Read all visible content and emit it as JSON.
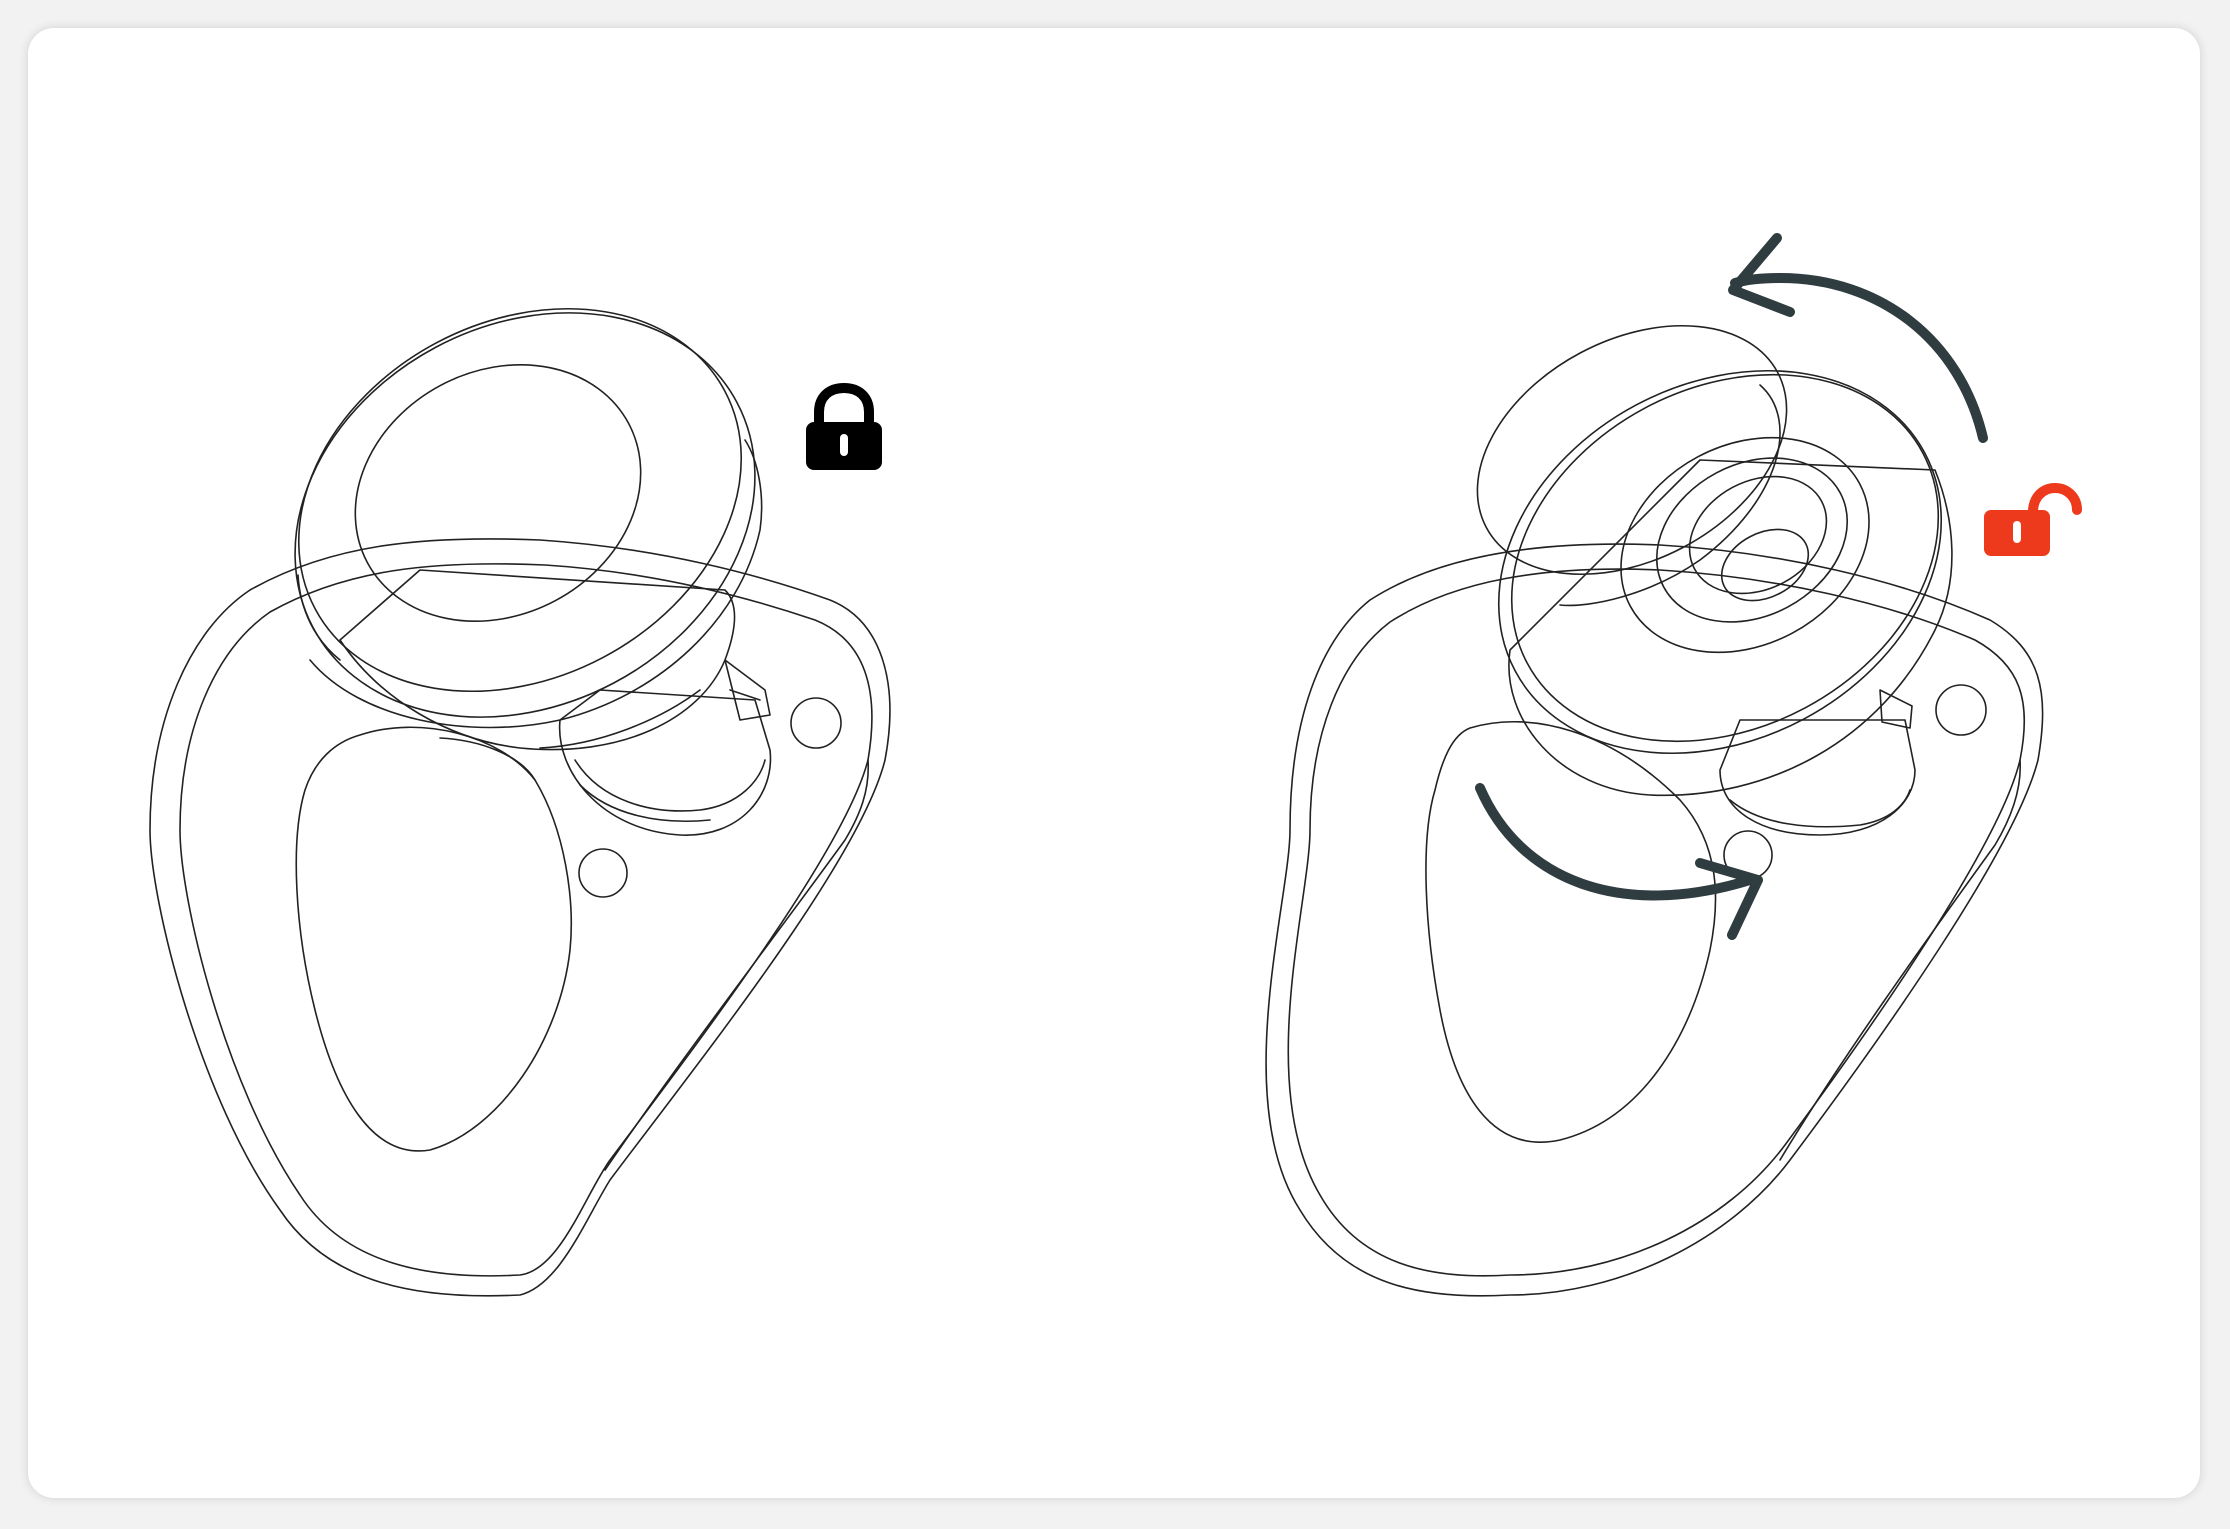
{
  "colors": {
    "background": "#f2f2f2",
    "card": "#ffffff",
    "metal": "#f2f2f2",
    "outline": "#222222",
    "nut_yellow": "#ffff00",
    "arrow": "#2f3c40",
    "locked_icon": "#000000",
    "unlocked_icon": "#ee3a1c"
  },
  "panels": [
    {
      "state": "locked",
      "icon": "padlock-closed-icon",
      "icon_color": "#000000"
    },
    {
      "state": "unlocked",
      "icon": "padlock-open-icon",
      "icon_color": "#ee3a1c",
      "motion": [
        "rotate-cap-counterclockwise-arrow",
        "rotate-plate-clockwise-arrow"
      ]
    }
  ]
}
